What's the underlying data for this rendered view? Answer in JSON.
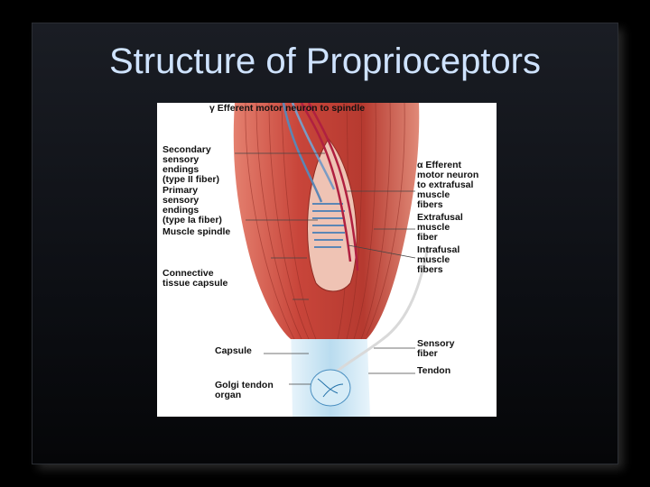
{
  "slide": {
    "title": "Structure of Proprioceptors"
  },
  "figure": {
    "labels": {
      "gamma_efferent": "γ Efferent motor neuron to spindle",
      "secondary": [
        "Secondary",
        "sensory",
        "endings",
        "(type II fiber)"
      ],
      "primary": [
        "Primary",
        "sensory",
        "endings",
        "(type Ia fiber)"
      ],
      "muscle_spindle": "Muscle spindle",
      "connective": [
        "Connective",
        "tissue capsule"
      ],
      "alpha_efferent": [
        "α Efferent",
        "motor neuron",
        "to extrafusal",
        "muscle",
        "fibers"
      ],
      "extrafusal": [
        "Extrafusal",
        "muscle",
        "fiber"
      ],
      "intrafusal": [
        "Intrafusal",
        "muscle",
        "fibers"
      ],
      "capsule": "Capsule",
      "sensory_fiber": [
        "Sensory",
        "fiber"
      ],
      "tendon": "Tendon",
      "golgi": [
        "Golgi tendon",
        "organ"
      ]
    },
    "colors": {
      "muscle": "#c8453a",
      "muscle_dark": "#9e2c25",
      "sensory": "#5b86b5",
      "motor": "#b02040",
      "tendon": "#b9dcef"
    }
  }
}
